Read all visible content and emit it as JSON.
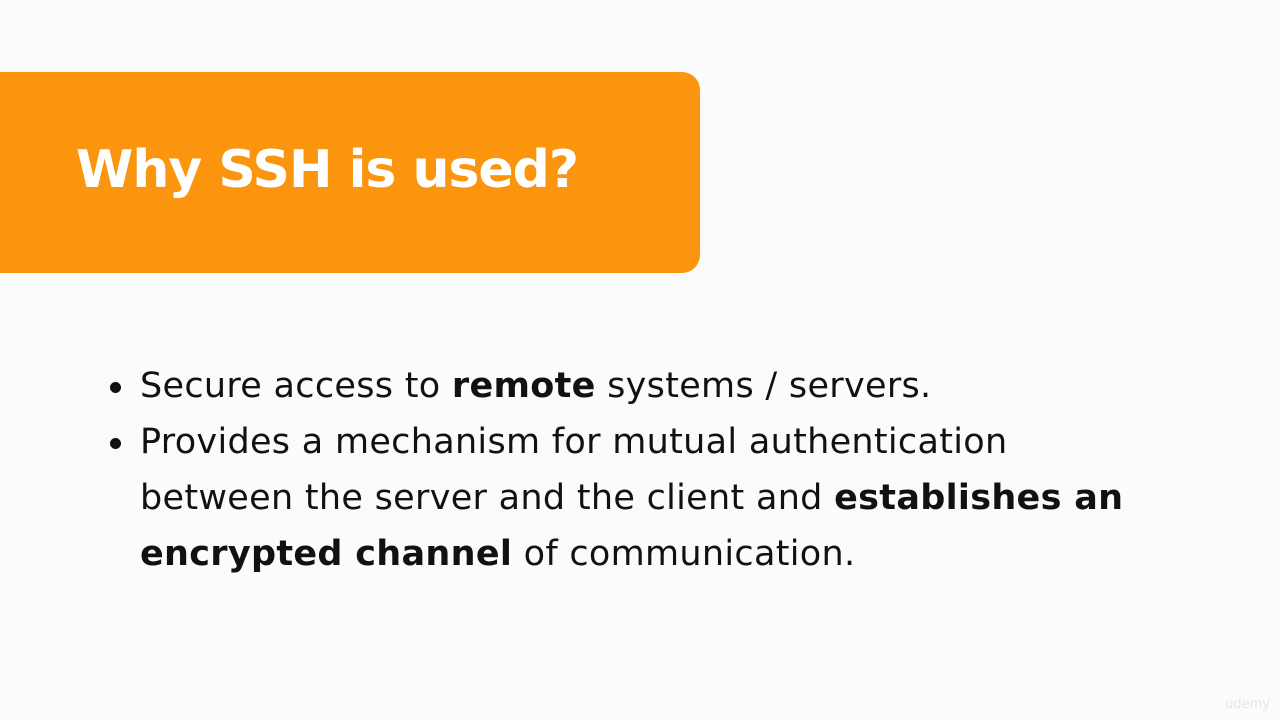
{
  "title": "Why SSH is used?",
  "bullets": [
    {
      "pre": "Secure access to ",
      "bold": "remote",
      "post": " systems / servers."
    },
    {
      "pre": "Provides a mechanism for mutual authentication between the server and the client and ",
      "bold": "establishes an encrypted channel",
      "post": " of communication."
    }
  ],
  "watermark": "udemy",
  "colors": {
    "accent": "#fb950e"
  }
}
